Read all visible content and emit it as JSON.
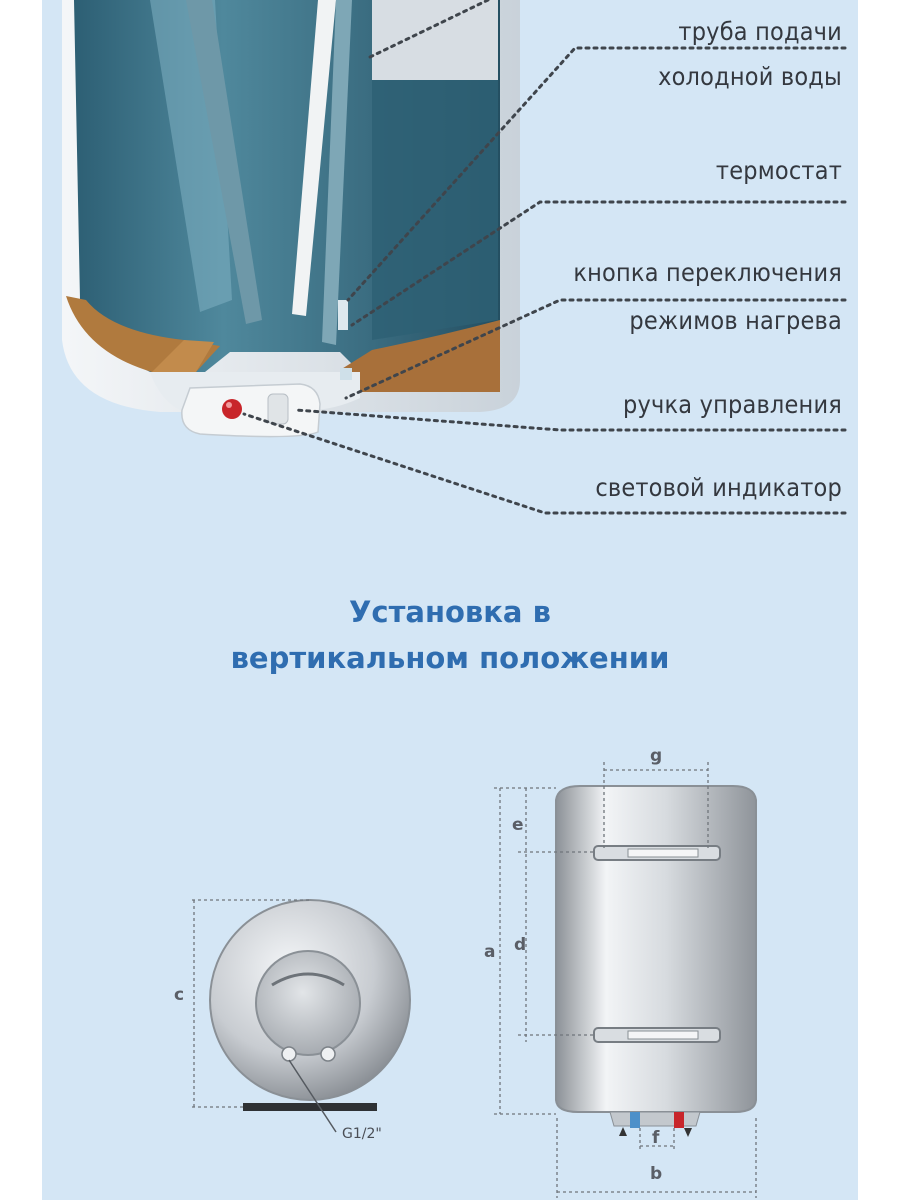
{
  "callouts": {
    "cold_pipe_line1": "труба подачи",
    "cold_pipe_line2": "холодной воды",
    "thermostat": "термостат",
    "mode_button_line1": "кнопка переключения",
    "mode_button_line2": "режимов нагрева",
    "control_knob": "ручка управления",
    "indicator": "световой индикатор"
  },
  "section_title": {
    "line1": "Установка в",
    "line2": "вертикальном положении"
  },
  "dimensions": {
    "a": "a",
    "b": "b",
    "c": "c",
    "d": "d",
    "e": "e",
    "f": "f",
    "g": "g",
    "thread": "G1/2\""
  },
  "colors": {
    "background": "#d4e6f5",
    "title": "#2f6db0",
    "callout_text": "#34383f",
    "tank_interior": "#3c6f84",
    "insulation": "#b07a3e",
    "indicator_light": "#c8252a",
    "cold_marker": "#2f6db0",
    "hot_marker": "#c8252a"
  }
}
